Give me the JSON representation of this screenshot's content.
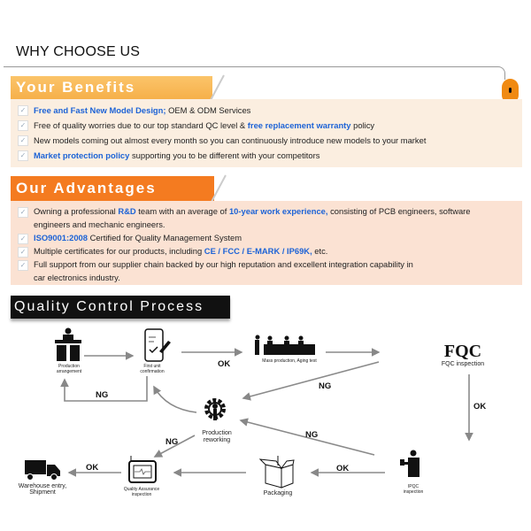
{
  "title": "WHY CHOOSE US",
  "benefits": {
    "heading": "Your Benefits",
    "items": [
      {
        "hl": "Free and Fast New Model Design;",
        "rest": " OEM & ODM Services"
      },
      {
        "pre": "Free of quality worries due to our top standard QC level & ",
        "hl": "free replacement warranty",
        "rest": " policy"
      },
      {
        "text": "New models coming out almost every month so you can continuously introduce new models to your market"
      },
      {
        "hl": "Market protection policy",
        "rest": " supporting you to be different with your competitors"
      }
    ]
  },
  "advantages": {
    "heading": "Our Advantages",
    "items": [
      {
        "pre": "Owning a professional ",
        "hl": "R&D",
        "mid": " team with an average of ",
        "hl2": "10-year work experience,",
        "rest": " consisting of PCB engineers, software",
        "cont": "engineers and mechanic engineers."
      },
      {
        "hl": "ISO9001:2008",
        "rest": " Certified for Quality Management System"
      },
      {
        "pre": "Multiple certificates for our products, including ",
        "hl": "CE / FCC / E-MARK / IP69K,",
        "rest": " etc."
      },
      {
        "text": "Full support from our supplier chain backed by our high reputation and excellent integration capability in",
        "cont": "car electronics industry."
      }
    ]
  },
  "qc": {
    "heading": "Quality Control Process",
    "nodes": {
      "arrangement": [
        "Production",
        "arrangement"
      ],
      "first_unit": [
        "First unit",
        "confirmation"
      ],
      "mass": "Mass production, Aging test",
      "fqc_logo": "FQC",
      "fqc": "FQC inspection",
      "rework": [
        "Production",
        "reworking"
      ],
      "ipqc": [
        "IPQC",
        "inspection"
      ],
      "packaging": "Packaging",
      "qa": [
        "Quality Assurance",
        "inspection"
      ],
      "warehouse": [
        "Warehouse entry,",
        "Shipment"
      ]
    },
    "edges": {
      "ok": "OK",
      "ng": "NG"
    }
  }
}
